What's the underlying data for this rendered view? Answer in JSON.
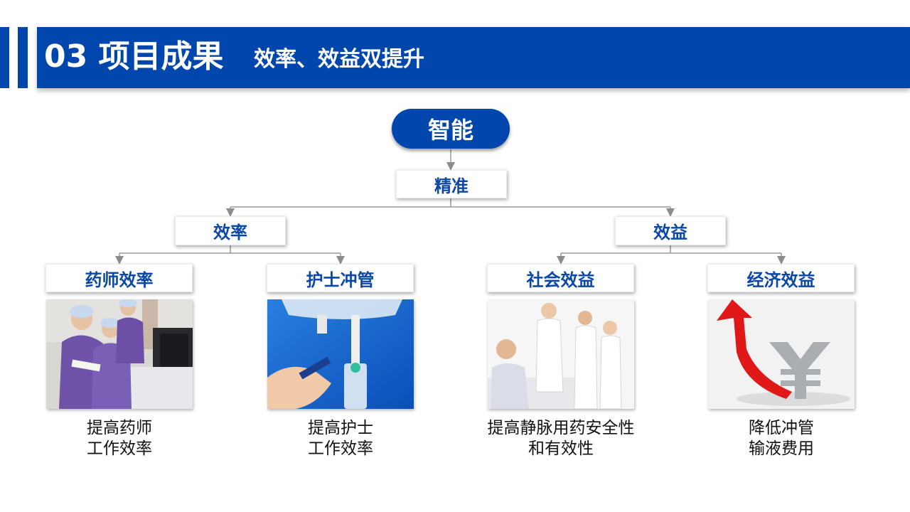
{
  "header": {
    "title": "03 项目成果",
    "subtitle": "效率、效益双提升"
  },
  "colors": {
    "brand_blue": "#0046ad",
    "node_text": "#0a47a8",
    "connector": "#999999"
  },
  "diagram": {
    "root": {
      "label": "智能"
    },
    "level1": {
      "label": "精准"
    },
    "level2": [
      {
        "label": "效率"
      },
      {
        "label": "效益"
      }
    ],
    "leaves": [
      {
        "label": "药师效率",
        "image": "nurses-pharmacists-at-computer",
        "caption_line1": "提高药师",
        "caption_line2": "工作效率"
      },
      {
        "label": "护士冲管",
        "image": "iv-drip-bag",
        "caption_line1": "提高护士",
        "caption_line2": "工作效率"
      },
      {
        "label": "社会效益",
        "image": "medical-staff-with-patient",
        "caption_line1": "提高静脉用药安全性",
        "caption_line2": "和有效性"
      },
      {
        "label": "经济效益",
        "image": "red-arrow-yen-symbol",
        "caption_line1": "降低冲管",
        "caption_line2": "输液费用"
      }
    ]
  }
}
